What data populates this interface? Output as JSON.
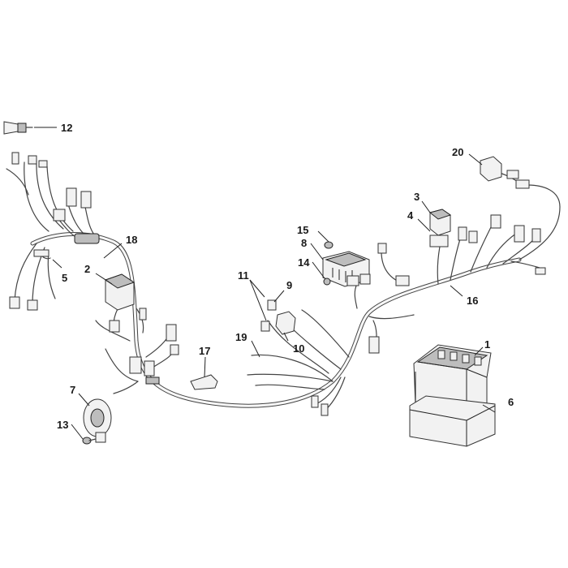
{
  "callouts": [
    {
      "id": "c1",
      "label": "1"
    },
    {
      "id": "c2",
      "label": "2"
    },
    {
      "id": "c3",
      "label": "3"
    },
    {
      "id": "c4",
      "label": "4"
    },
    {
      "id": "c5",
      "label": "5"
    },
    {
      "id": "c6",
      "label": "6"
    },
    {
      "id": "c7",
      "label": "7"
    },
    {
      "id": "c8",
      "label": "8"
    },
    {
      "id": "c9",
      "label": "9"
    },
    {
      "id": "c10",
      "label": "10"
    },
    {
      "id": "c11",
      "label": "11"
    },
    {
      "id": "c12",
      "label": "12"
    },
    {
      "id": "c13",
      "label": "13"
    },
    {
      "id": "c14",
      "label": "14"
    },
    {
      "id": "c15",
      "label": "15"
    },
    {
      "id": "c16",
      "label": "16"
    },
    {
      "id": "c17",
      "label": "17"
    },
    {
      "id": "c18",
      "label": "18"
    },
    {
      "id": "c19",
      "label": "19"
    },
    {
      "id": "c20",
      "label": "20"
    }
  ],
  "colors": {
    "line": "#444444",
    "part_fill": "#f2f2f2",
    "part_dark": "#bdbdbd",
    "text": "#1a1a1a"
  }
}
